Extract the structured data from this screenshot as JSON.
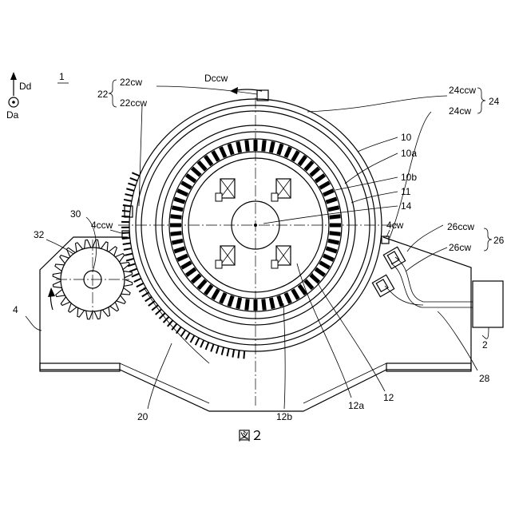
{
  "figure": {
    "caption": "図２",
    "accent_color": "#000000",
    "background_color": "#ffffff"
  },
  "legend": {
    "direction_d": "Dd",
    "direction_a": "Da",
    "device_ref": "1"
  },
  "labels": {
    "dccw": "Dccw",
    "l22": "22",
    "l22cw": "22cw",
    "l22ccw": "22ccw",
    "l24ccw": "24ccw",
    "l24": "24",
    "l24cw": "24cw",
    "l10": "10",
    "l10a": "10a",
    "l10b": "10b",
    "l11": "11",
    "l14": "14",
    "l4cw": "4cw",
    "l4ccw": "4ccw",
    "l30": "30",
    "l32": "32",
    "l26ccw": "26ccw",
    "l26": "26",
    "l26cw": "26cw",
    "l4": "4",
    "l2": "2",
    "l28": "28",
    "l20": "20",
    "l12b": "12b",
    "l12a": "12a",
    "l12": "12"
  }
}
